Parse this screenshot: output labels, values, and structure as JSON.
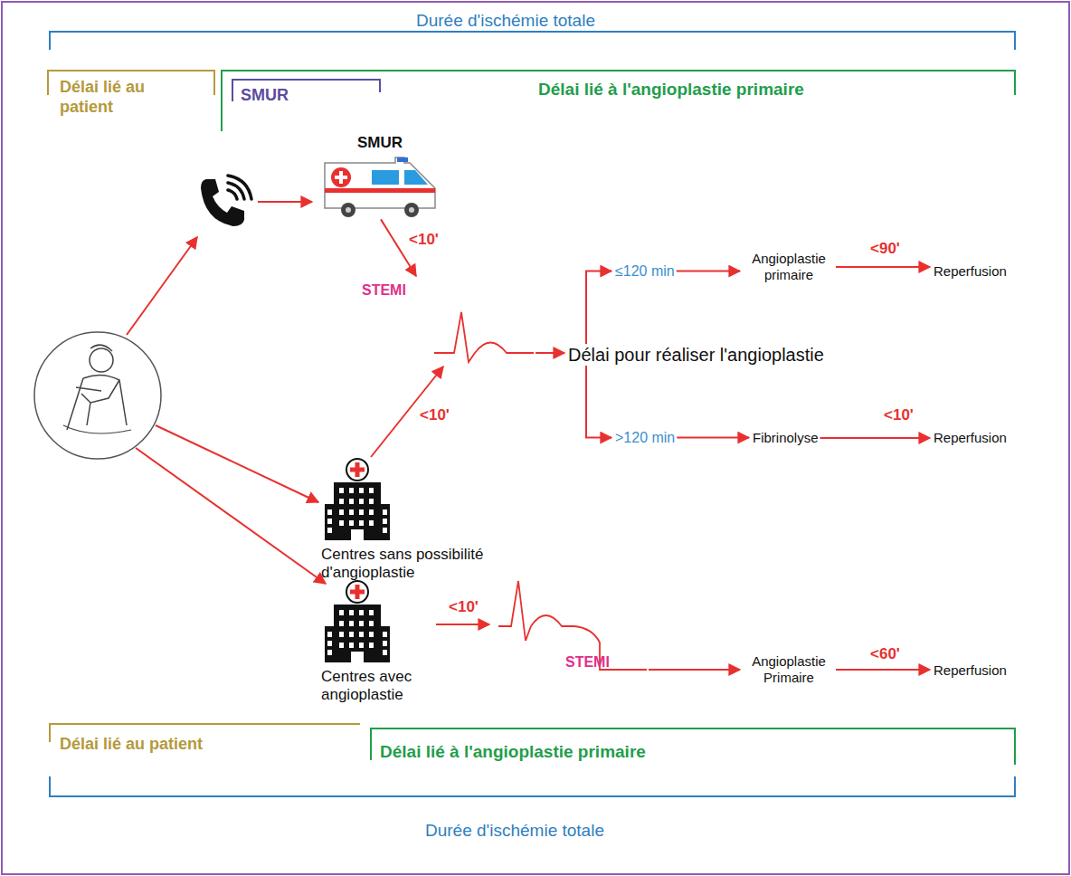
{
  "diagram": {
    "nodes": [
      {
        "text": [
          "SMUR"
        ]
      },
      {
        "text": [
          "STEMI"
        ]
      },
      {
        "text": [
          "Centres sans possibilité d'angioplastie"
        ]
      },
      {
        "text": [
          "Délai pour réaliser l'angioplastie"
        ]
      },
      {
        "text": [
          "≤120 min"
        ]
      },
      {
        "text": [
          "Angioplastie primaire"
        ]
      },
      {
        "text": [
          "Reperfusion"
        ]
      },
      {
        "text": [
          ">120 min"
        ]
      },
      {
        "text": [
          "Fibrinolyse"
        ]
      },
      {
        "text": [
          "Reperfusion"
        ]
      },
      {
        "text": [
          "Centres avec angioplastie"
        ]
      },
      {
        "text": [
          "STEMI"
        ]
      },
      {
        "text": [
          "Angioplastie Primaire"
        ]
      },
      {
        "text": [
          "Reperfusion"
        ]
      }
    ],
    "edges": [
      {
        "from": 0,
        "to": 1,
        "arrow": "to",
        "label": "<10'"
      },
      {
        "from": 2,
        "to": 1,
        "arrow": "to",
        "label": "<10'"
      },
      {
        "from": 1,
        "to": 3,
        "arrow": "to"
      },
      {
        "from": 3,
        "to": 4,
        "arrow": "to"
      },
      {
        "from": 4,
        "to": 5,
        "arrow": "to"
      },
      {
        "from": 5,
        "to": 6,
        "arrow": "to",
        "label": "<90'"
      },
      {
        "from": 3,
        "to": 7,
        "arrow": "to"
      },
      {
        "from": 7,
        "to": 8,
        "arrow": "to"
      },
      {
        "from": 8,
        "to": 9,
        "arrow": "to",
        "label": "<10'"
      },
      {
        "from": 10,
        "to": 11,
        "arrow": "to",
        "label": "<10'"
      },
      {
        "from": 11,
        "to": 12,
        "arrow": "to"
      },
      {
        "from": 12,
        "to": 13,
        "arrow": "to",
        "label": "<60'"
      }
    ],
    "labels": [
      "Durée d'ischémie totale",
      "Délai lié au patient",
      "SMUR",
      "Délai lié à l'angioplastie primaire",
      "Délai lié au patient",
      "Délai lié à l'angioplastie primaire",
      "Durée d'ischémie totale"
    ]
  }
}
